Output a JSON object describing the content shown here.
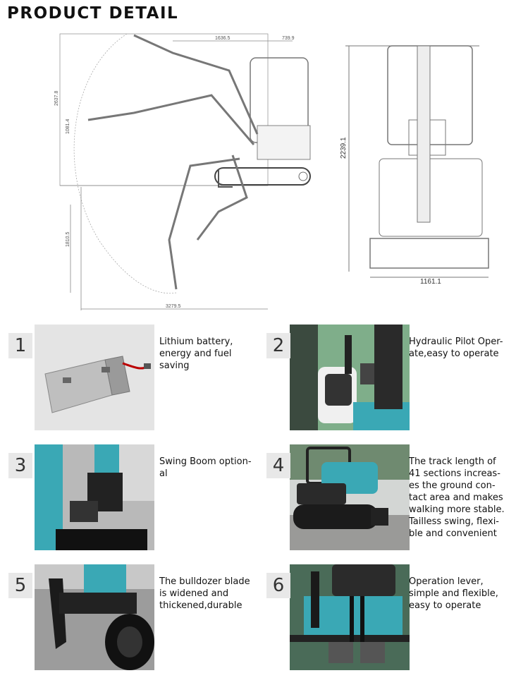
{
  "page": {
    "title": "PRODUCT DETAIL"
  },
  "drawing": {
    "side_view": {
      "dims": [
        "1636.5",
        "739.9",
        "2637.8",
        "1081.4",
        "1810.5",
        "3279.5"
      ]
    },
    "front_view": {
      "dims": [
        "2239.1",
        "1161.1"
      ]
    }
  },
  "features": [
    {
      "number": "1",
      "text": "Lithium battery,\nenergy and fuel\nsaving",
      "photo_icon": "lithium-battery-photo"
    },
    {
      "number": "2",
      "text": "Hydraulic Pilot Oper-\nate,easy to operate",
      "photo_icon": "pilot-joystick-photo"
    },
    {
      "number": "3",
      "text": "Swing Boom option-\nal",
      "photo_icon": "swing-boom-photo"
    },
    {
      "number": "4",
      "text": "The track length of\n41 sections increas-\nes the ground con-\ntact area and makes\nwalking more stable.\nTailless swing, flexi-\nble and convenient",
      "photo_icon": "tracked-excavator-photo"
    },
    {
      "number": "5",
      "text": "The bulldozer blade\nis widened and\nthickened,durable",
      "photo_icon": "dozer-blade-photo"
    },
    {
      "number": "6",
      "text": "Operation lever,\nsimple and flexible,\neasy   to   operate",
      "photo_icon": "operation-lever-photo"
    }
  ]
}
